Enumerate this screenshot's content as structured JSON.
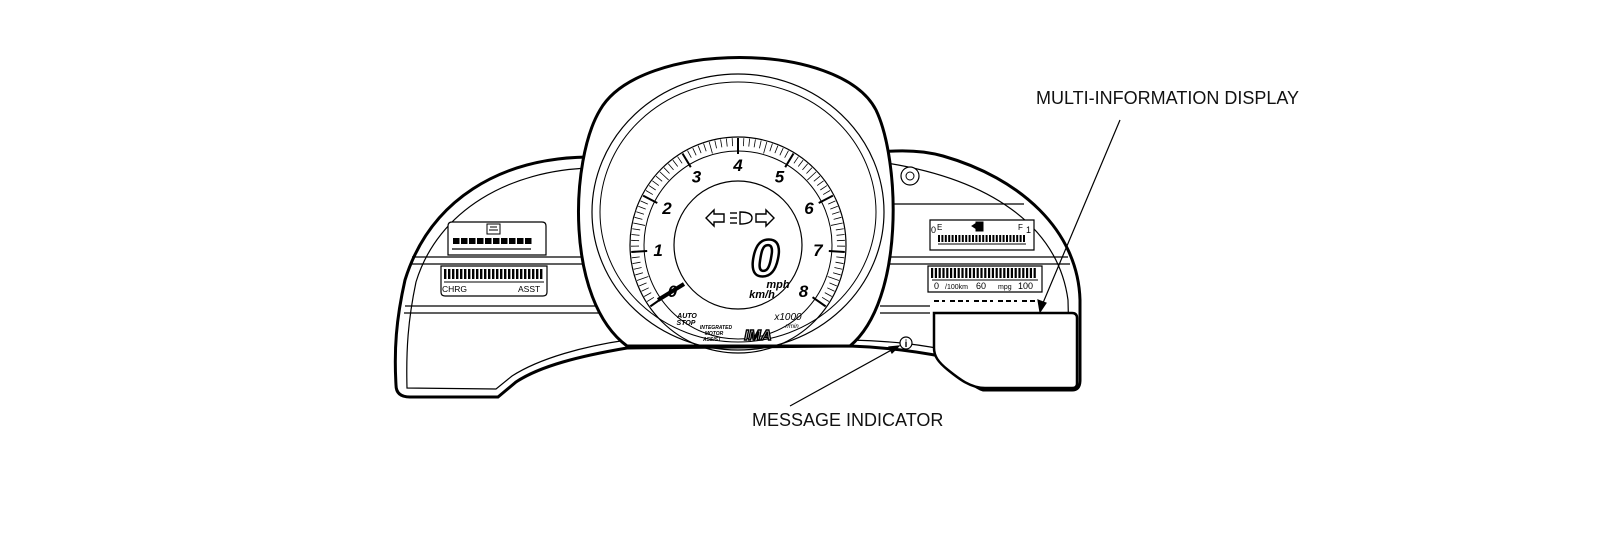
{
  "callouts": {
    "multi_information_display": "MULTI-INFORMATION DISPLAY",
    "message_indicator": "MESSAGE INDICATOR"
  },
  "tachometer": {
    "scale_numbers": [
      "0",
      "1",
      "2",
      "3",
      "4",
      "5",
      "6",
      "7",
      "8"
    ],
    "multiplier": "x1000",
    "unit": "r/min",
    "auto_stop": [
      "AUTO",
      "STOP"
    ],
    "ima_lines": [
      "INTEGRATED",
      "MOTOR",
      "ASSIST"
    ],
    "ima_logo": "IMA"
  },
  "speedometer": {
    "value": "0",
    "unit_primary": "mph",
    "unit_secondary": "km/h"
  },
  "left_gauge": {
    "icon": "seat-belt-icon",
    "charge_label": "CHRG",
    "assist_label": "ASST"
  },
  "fuel_gauge": {
    "empty_prefix": "0",
    "empty_label": "E",
    "full_label": "F",
    "full_suffix": "1",
    "icon": "fuel-pump-icon"
  },
  "economy_gauge": {
    "ticks": [
      "0",
      "60",
      "100"
    ],
    "unit_left": "/100km",
    "unit_right": "mpg"
  },
  "indicator_icons": {
    "left_turn": "left-turn-arrow-icon",
    "headlight": "headlight-icon",
    "right_turn": "right-turn-arrow-icon",
    "message": "info-icon",
    "top_right": "steering-icon"
  },
  "message_glyph": "i"
}
